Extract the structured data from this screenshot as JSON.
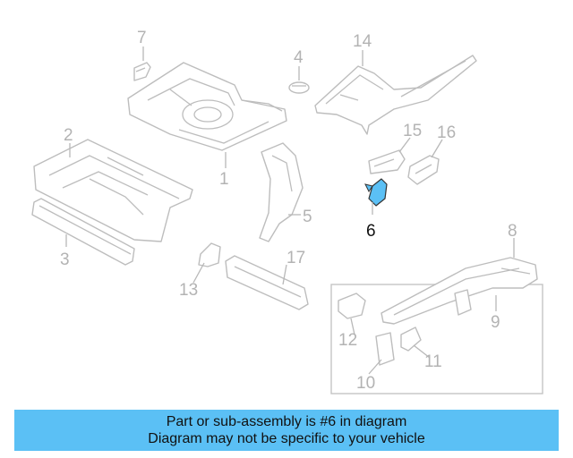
{
  "callouts": {
    "n1": "1",
    "n2": "2",
    "n3": "3",
    "n4": "4",
    "n5": "5",
    "n6": "6",
    "n7": "7",
    "n8": "8",
    "n9": "9",
    "n10": "10",
    "n11": "11",
    "n12": "12",
    "n13": "13",
    "n14": "14",
    "n15": "15",
    "n16": "16",
    "n17": "17"
  },
  "highlighted_part": "6",
  "colors": {
    "highlight_fill": "#5bc0f5",
    "banner_bg": "#5bc0f5",
    "line_art": "#bdbdbd"
  },
  "banner": {
    "line1": "Part or sub-assembly is #6 in diagram",
    "line2": "Diagram may not be specific to your vehicle"
  }
}
